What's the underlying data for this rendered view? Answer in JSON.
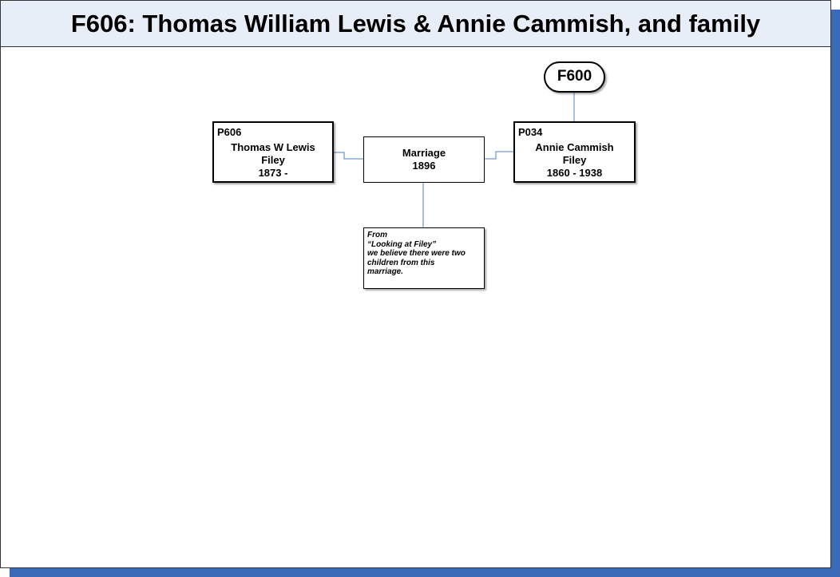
{
  "header": {
    "title": "F606: Thomas William Lewis & Annie Cammish, and family"
  },
  "family_ref": {
    "label": "F600"
  },
  "husband": {
    "id": "P606",
    "name": "Thomas W Lewis",
    "place": "Filey",
    "dates": "1873 -"
  },
  "wife": {
    "id": "P034",
    "name": "Annie Cammish",
    "place": "Filey",
    "dates": "1860 - 1938"
  },
  "marriage": {
    "label": "Marriage",
    "year": "1896"
  },
  "note": {
    "lines": [
      "From",
      "“Looking at Filey”",
      "we believe there were two",
      "children from this",
      "marriage."
    ]
  },
  "colors": {
    "connector": "#4f81bd",
    "shadow": "#3a6ab8",
    "header_bg": "#e8eef8"
  }
}
